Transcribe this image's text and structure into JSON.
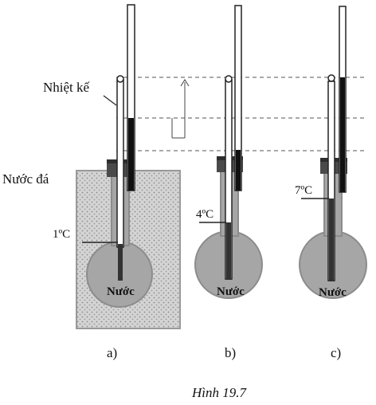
{
  "labels": {
    "thermometer": "Nhiệt kế",
    "ice_water": "Nước đá",
    "water": "Nước",
    "temp_a": "1ºC",
    "temp_b": "4ºC",
    "temp_c": "7ºC",
    "panel_a": "a)",
    "panel_b": "b)",
    "panel_c": "c)",
    "caption": "Hình 19.7"
  },
  "colors": {
    "glass": "#b9b9b9",
    "ice": "#c9c9c9",
    "water": "#a9a9a9",
    "liquid": "#111111",
    "stopper": "#4a4a4a"
  }
}
